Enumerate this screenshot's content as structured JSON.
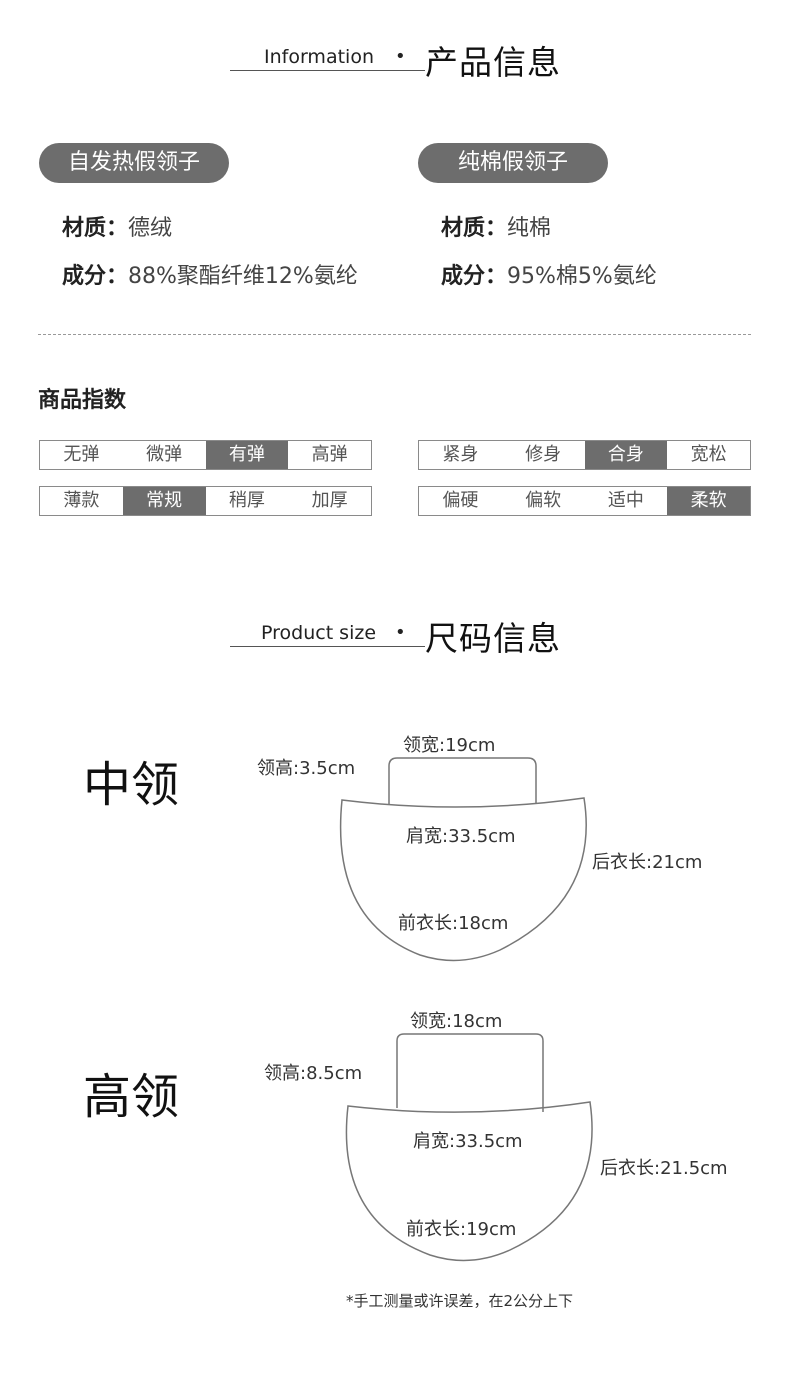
{
  "info_header": {
    "en": "Information",
    "dot": "•",
    "cn": "产品信息"
  },
  "products": [
    {
      "name": "自发热假领子",
      "material_key": "材质：",
      "material": "德绒",
      "comp_key": "成分：",
      "comp": "88%聚酯纤维12%氨纶"
    },
    {
      "name": "纯棉假领子",
      "material_key": "材质：",
      "material": "纯棉",
      "comp_key": "成分：",
      "comp": "95%棉5%氨纶"
    }
  ],
  "index_title": "商品指数",
  "index_rows": [
    {
      "options": [
        "无弹",
        "微弹",
        "有弹",
        "高弹"
      ],
      "selected": "有弹"
    },
    {
      "options": [
        "紧身",
        "修身",
        "合身",
        "宽松"
      ],
      "selected": "合身"
    },
    {
      "options": [
        "薄款",
        "常规",
        "稍厚",
        "加厚"
      ],
      "selected": "常规"
    },
    {
      "options": [
        "偏硬",
        "偏软",
        "适中",
        "柔软"
      ],
      "selected": "柔软"
    }
  ],
  "size_header": {
    "en": "Product size",
    "dot": "•",
    "cn": "尺码信息"
  },
  "sizes": [
    {
      "label": "中领",
      "collar_height": "领高:3.5cm",
      "collar_width": "领宽:19cm",
      "shoulder": "肩宽:33.5cm",
      "back": "后衣长:21cm",
      "front": "前衣长:18cm"
    },
    {
      "label": "高领",
      "collar_height": "领高:8.5cm",
      "collar_width": "领宽:18cm",
      "shoulder": "肩宽:33.5cm",
      "back": "后衣长:21.5cm",
      "front": "前衣长:19cm"
    }
  ],
  "note": "*手工测量或许误差，在2公分上下",
  "colors": {
    "pill": "#6d6d6d",
    "selected": "#6d6d6d",
    "outline": "#888888"
  }
}
